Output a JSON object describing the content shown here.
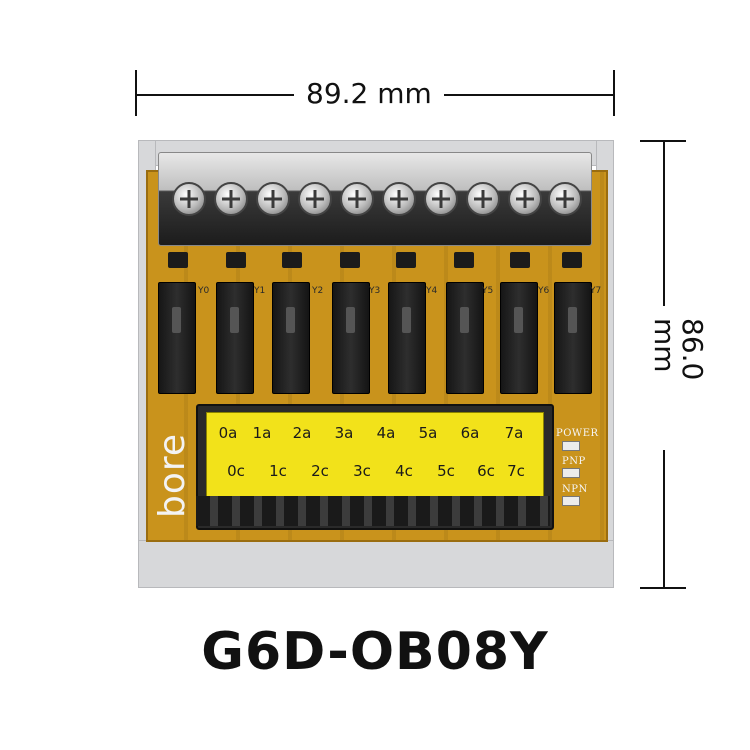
{
  "dimensions": {
    "width_label": "89.2 mm",
    "height_label": "86.0 mm"
  },
  "model": "G6D-OB08Y",
  "brand": "bore",
  "channel_labels": [
    "Y0",
    "Y1",
    "Y2",
    "Y3",
    "Y4",
    "Y5",
    "Y6",
    "Y7"
  ],
  "connector_top_row": [
    "0a",
    "1a",
    "2a",
    "3a",
    "4a",
    "5a",
    "6a",
    "7a"
  ],
  "connector_bottom_row": [
    "0c",
    "1c",
    "2c",
    "3c",
    "4c",
    "5c",
    "6c",
    "7c"
  ],
  "indicators": [
    "POWER",
    "PNP",
    "NPN"
  ],
  "colors": {
    "pcb": "#c9931c",
    "label_strip": "#f2e21a",
    "rail": "#d7d8da"
  }
}
